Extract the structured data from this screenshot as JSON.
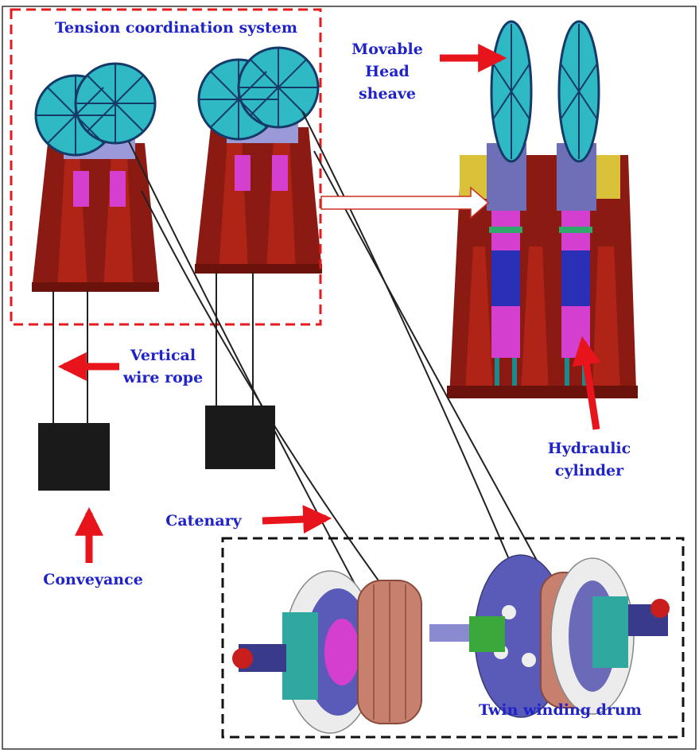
{
  "labels": {
    "tension_system": "Tension coordination system",
    "head_sheave_1": "Movable",
    "head_sheave_2": "Head",
    "head_sheave_3": "sheave",
    "wire_rope_1": "Vertical",
    "wire_rope_2": "wire rope",
    "hydraulic_1": "Hydraulic",
    "hydraulic_2": "cylinder",
    "conveyance": "Conveyance",
    "catenary": "Catenary",
    "drum": "Twin winding drum"
  },
  "colors": {
    "label_text": "#1f23c8",
    "arrow_red": "#e8141c",
    "tension_box": "#e41a1c",
    "drum_box": "#111111",
    "frame_brown": "#8b1a12",
    "sheave_teal": "#2fb9c4",
    "cylinder_blue": "#2a2fb8",
    "cylinder_magenta": "#d43fd0",
    "drum_copper": "#c8806e",
    "drum_rim": "#e8e8e8"
  }
}
